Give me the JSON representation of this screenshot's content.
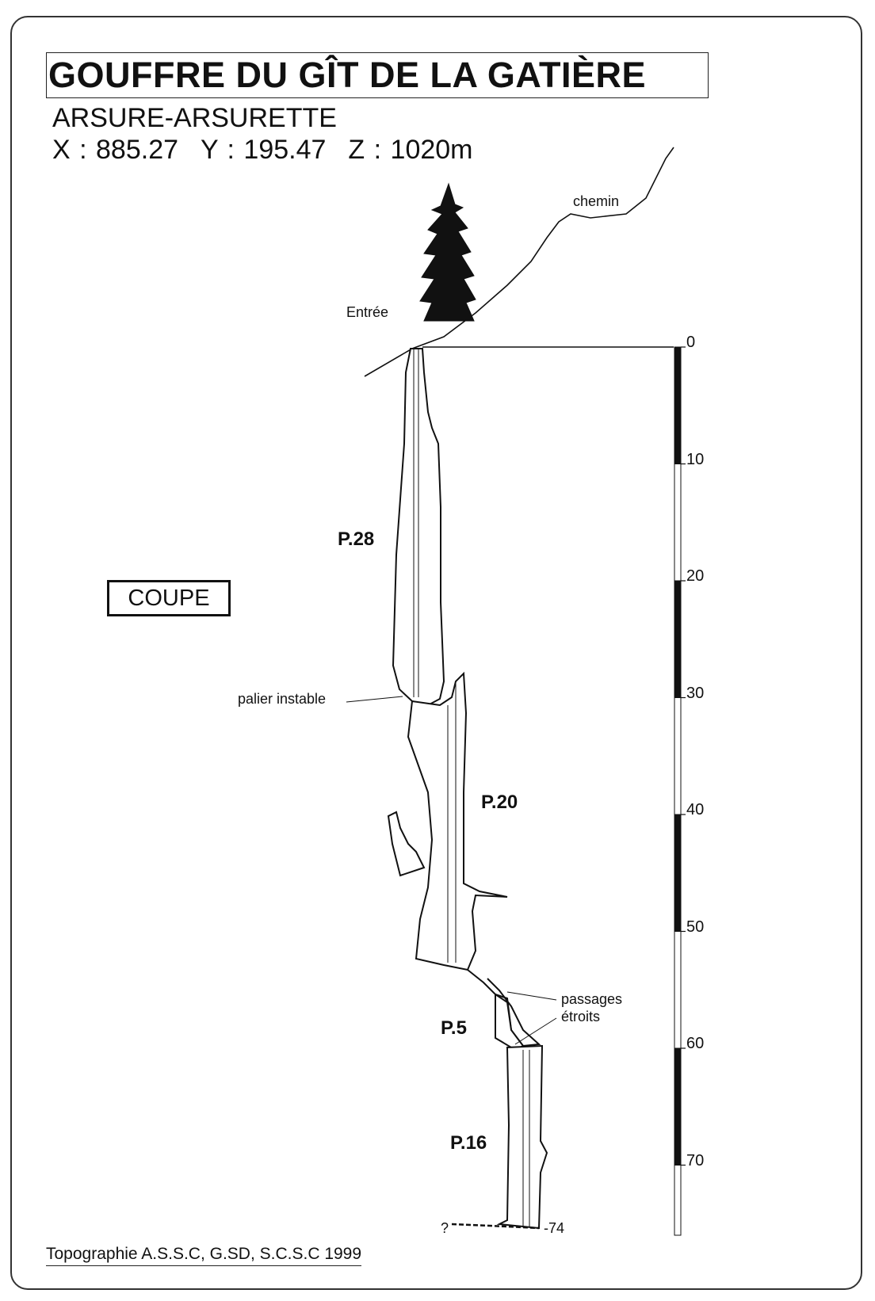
{
  "title": "GOUFFRE DU GÎT DE LA GATIÈRE",
  "subtitle": "ARSURE-ARSURETTE",
  "coords": {
    "x": "X : 885.27",
    "y": "Y : 195.47",
    "z": "Z : 1020m"
  },
  "view_label": "COUPE",
  "labels": {
    "chemin": "chemin",
    "entree": "Entrée",
    "palier": "palier instable",
    "passages_1": "passages",
    "passages_2": "étroits",
    "question": "?",
    "bottom_depth": "-74"
  },
  "pitches": [
    "P.28",
    "P.20",
    "P.5",
    "P.16"
  ],
  "scale": {
    "ticks": [
      "0",
      "10",
      "20",
      "30",
      "40",
      "50",
      "60",
      "70"
    ],
    "unit": "m",
    "max_depth": 76
  },
  "credit": "Topographie A.S.S.C, G.SD, S.C.S.C 1999",
  "colors": {
    "ink": "#111111",
    "background": "#ffffff"
  }
}
